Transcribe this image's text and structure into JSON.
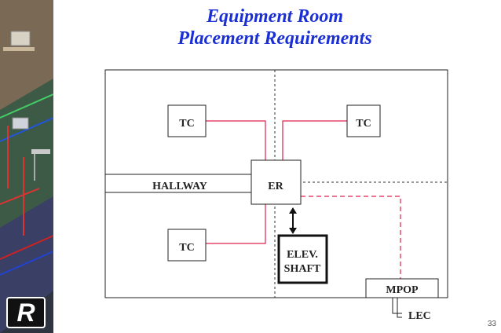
{
  "title": {
    "line1": "Equipment Room",
    "line2": "Placement Requirements"
  },
  "labels": {
    "tc_top_left": "TC",
    "tc_top_right": "TC",
    "tc_bottom_left": "TC",
    "hallway": "HALLWAY",
    "er": "ER",
    "elev_line1": "ELEV.",
    "elev_line2": "SHAFT",
    "mpop": "MPOP",
    "lec": "LEC"
  },
  "logo_letter": "R",
  "page_number": "33",
  "colors": {
    "title": "#1a2fd6",
    "cable": "#e0204a",
    "outline": "#222222"
  }
}
